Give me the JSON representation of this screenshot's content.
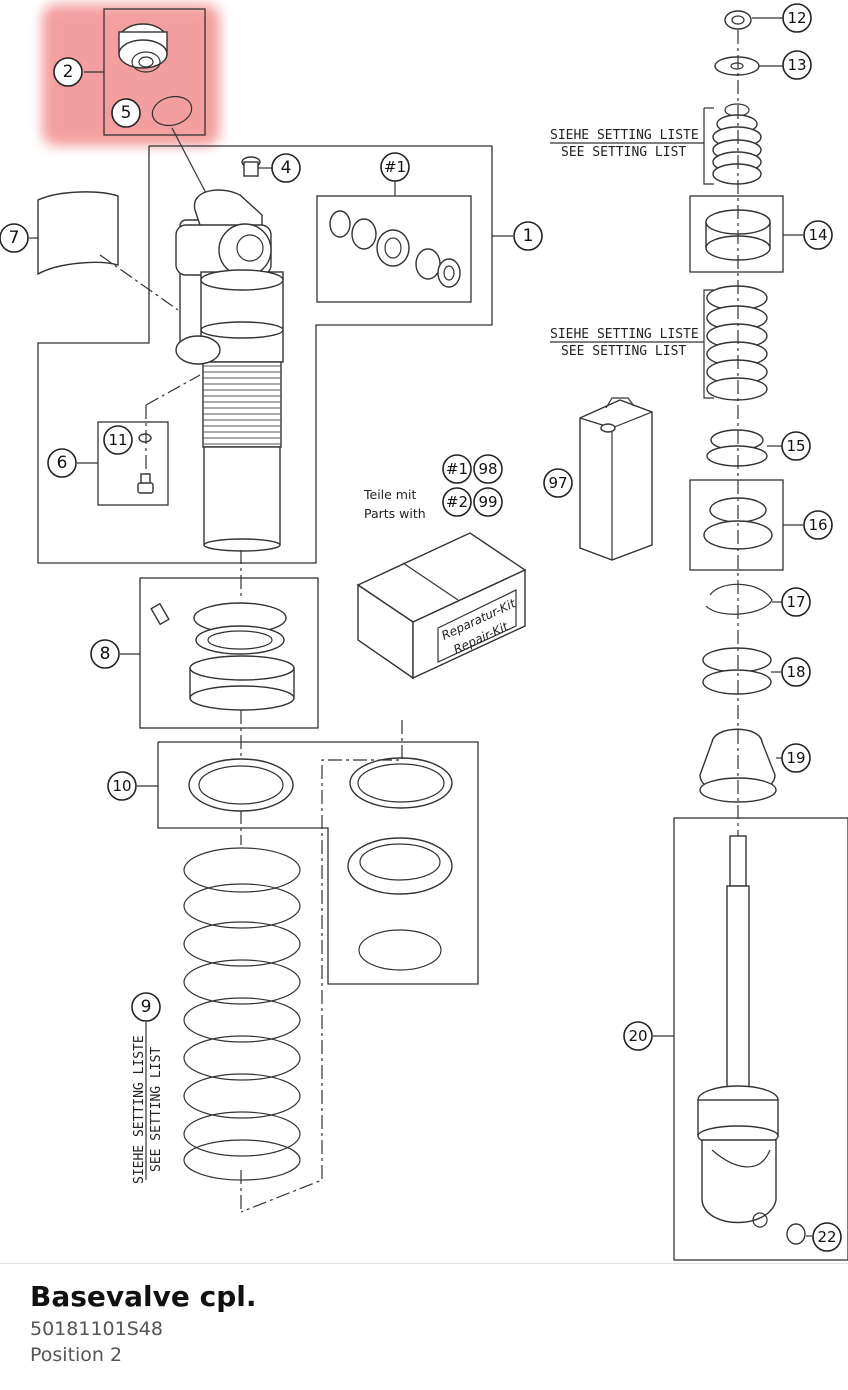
{
  "diagram": {
    "callouts": {
      "c1": "1",
      "c2": "2",
      "c4": "4",
      "c5": "5",
      "c6": "6",
      "c7": "7",
      "c8": "8",
      "c9": "9",
      "c10": "10",
      "c11": "11",
      "c12": "12",
      "c13": "13",
      "c14": "14",
      "c15": "15",
      "c16": "16",
      "c17": "17",
      "c18": "18",
      "c19": "19",
      "c20": "20",
      "c22": "22",
      "c97": "97",
      "kit1": "#1",
      "kit1b": "#1",
      "kit98": "98",
      "kit2": "#2",
      "kit99": "99"
    },
    "setting_note_de": "SIEHE SETTING LISTE",
    "setting_note_en": "SEE SETTING LIST",
    "kit_label_de": "Teile mit",
    "kit_label_en": "Parts with",
    "kit_box_de": "Reparatur-Kit",
    "kit_box_en": "Repair-Kit",
    "highlight_color": "#f08080"
  },
  "info": {
    "title": "Basevalve cpl.",
    "part_number": "50181101S48",
    "position": "Position 2"
  }
}
